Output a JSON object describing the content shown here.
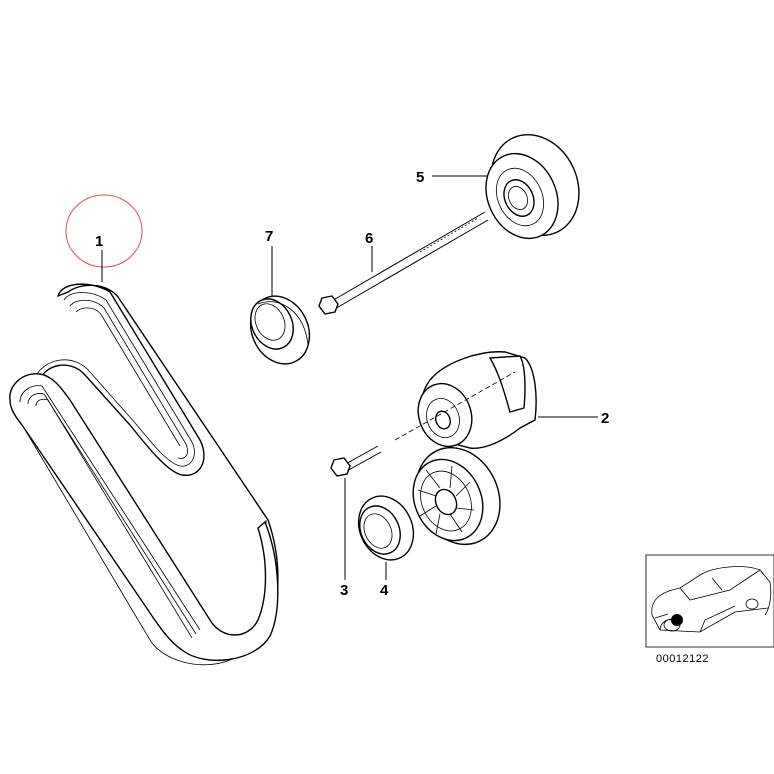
{
  "callouts": [
    {
      "id": "1",
      "label": "1"
    },
    {
      "id": "2",
      "label": "2"
    },
    {
      "id": "3",
      "label": "3"
    },
    {
      "id": "4",
      "label": "4"
    },
    {
      "id": "5",
      "label": "5"
    },
    {
      "id": "6",
      "label": "6"
    },
    {
      "id": "7",
      "label": "7"
    }
  ],
  "inset": {
    "reference_number": "00012122"
  },
  "colors": {
    "highlight_circle": "#d9534f",
    "line": "#000000"
  }
}
